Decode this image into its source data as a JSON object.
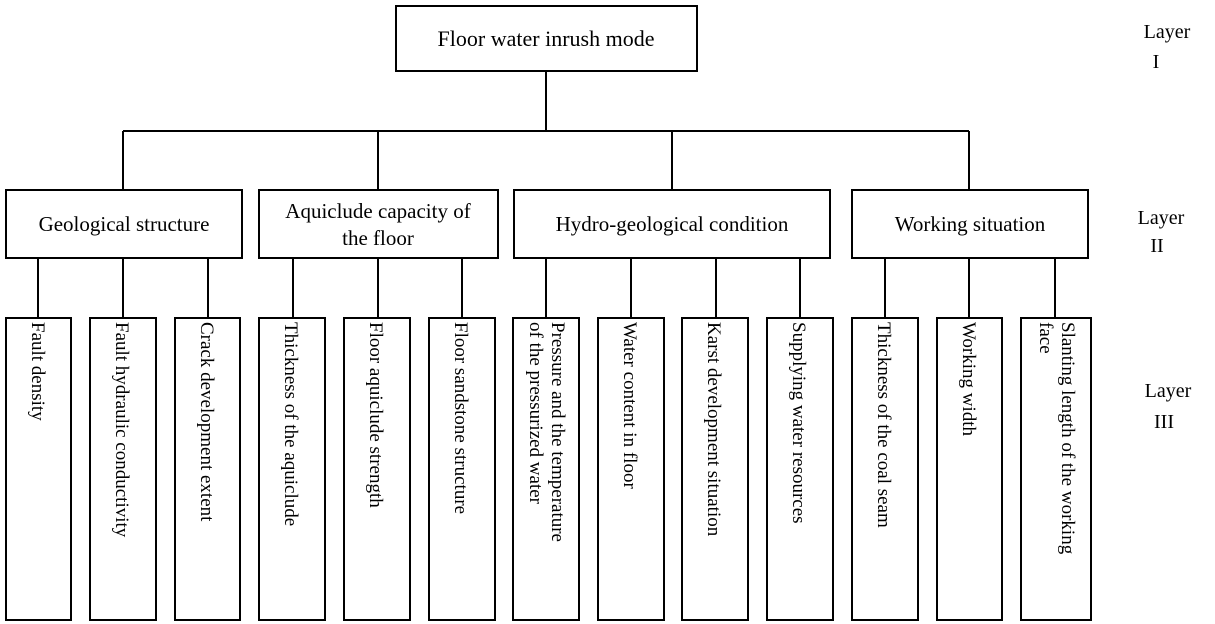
{
  "root": {
    "label": "Floor water inrush mode"
  },
  "layers": [
    {
      "lines": [
        "Layer",
        "I"
      ]
    },
    {
      "lines": [
        "Layer",
        "II"
      ]
    },
    {
      "lines": [
        "Layer",
        "III"
      ]
    }
  ],
  "categories": [
    {
      "lines": [
        "Geological structure"
      ],
      "children": [
        [
          "Fault density"
        ],
        [
          "Fault hydraulic conductivity"
        ],
        [
          "Crack development extent"
        ]
      ]
    },
    {
      "lines": [
        "Aquiclude capacity of",
        "the floor"
      ],
      "children": [
        [
          "Thickness of the aquiclude"
        ],
        [
          "Floor aquiclude strength"
        ],
        [
          "Floor sandstone structure"
        ]
      ]
    },
    {
      "lines": [
        "Hydro-geological condition"
      ],
      "children": [
        [
          "Pressure and the temperature",
          "of the pressurized water"
        ],
        [
          "Water content in floor"
        ],
        [
          "Karst development situation"
        ],
        [
          "Supplying water resources"
        ]
      ]
    },
    {
      "lines": [
        "Working situation"
      ],
      "children": [
        [
          "Thickness of the coal seam"
        ],
        [
          "Working width"
        ],
        [
          "Slanting length of the working",
          "face"
        ]
      ]
    }
  ]
}
